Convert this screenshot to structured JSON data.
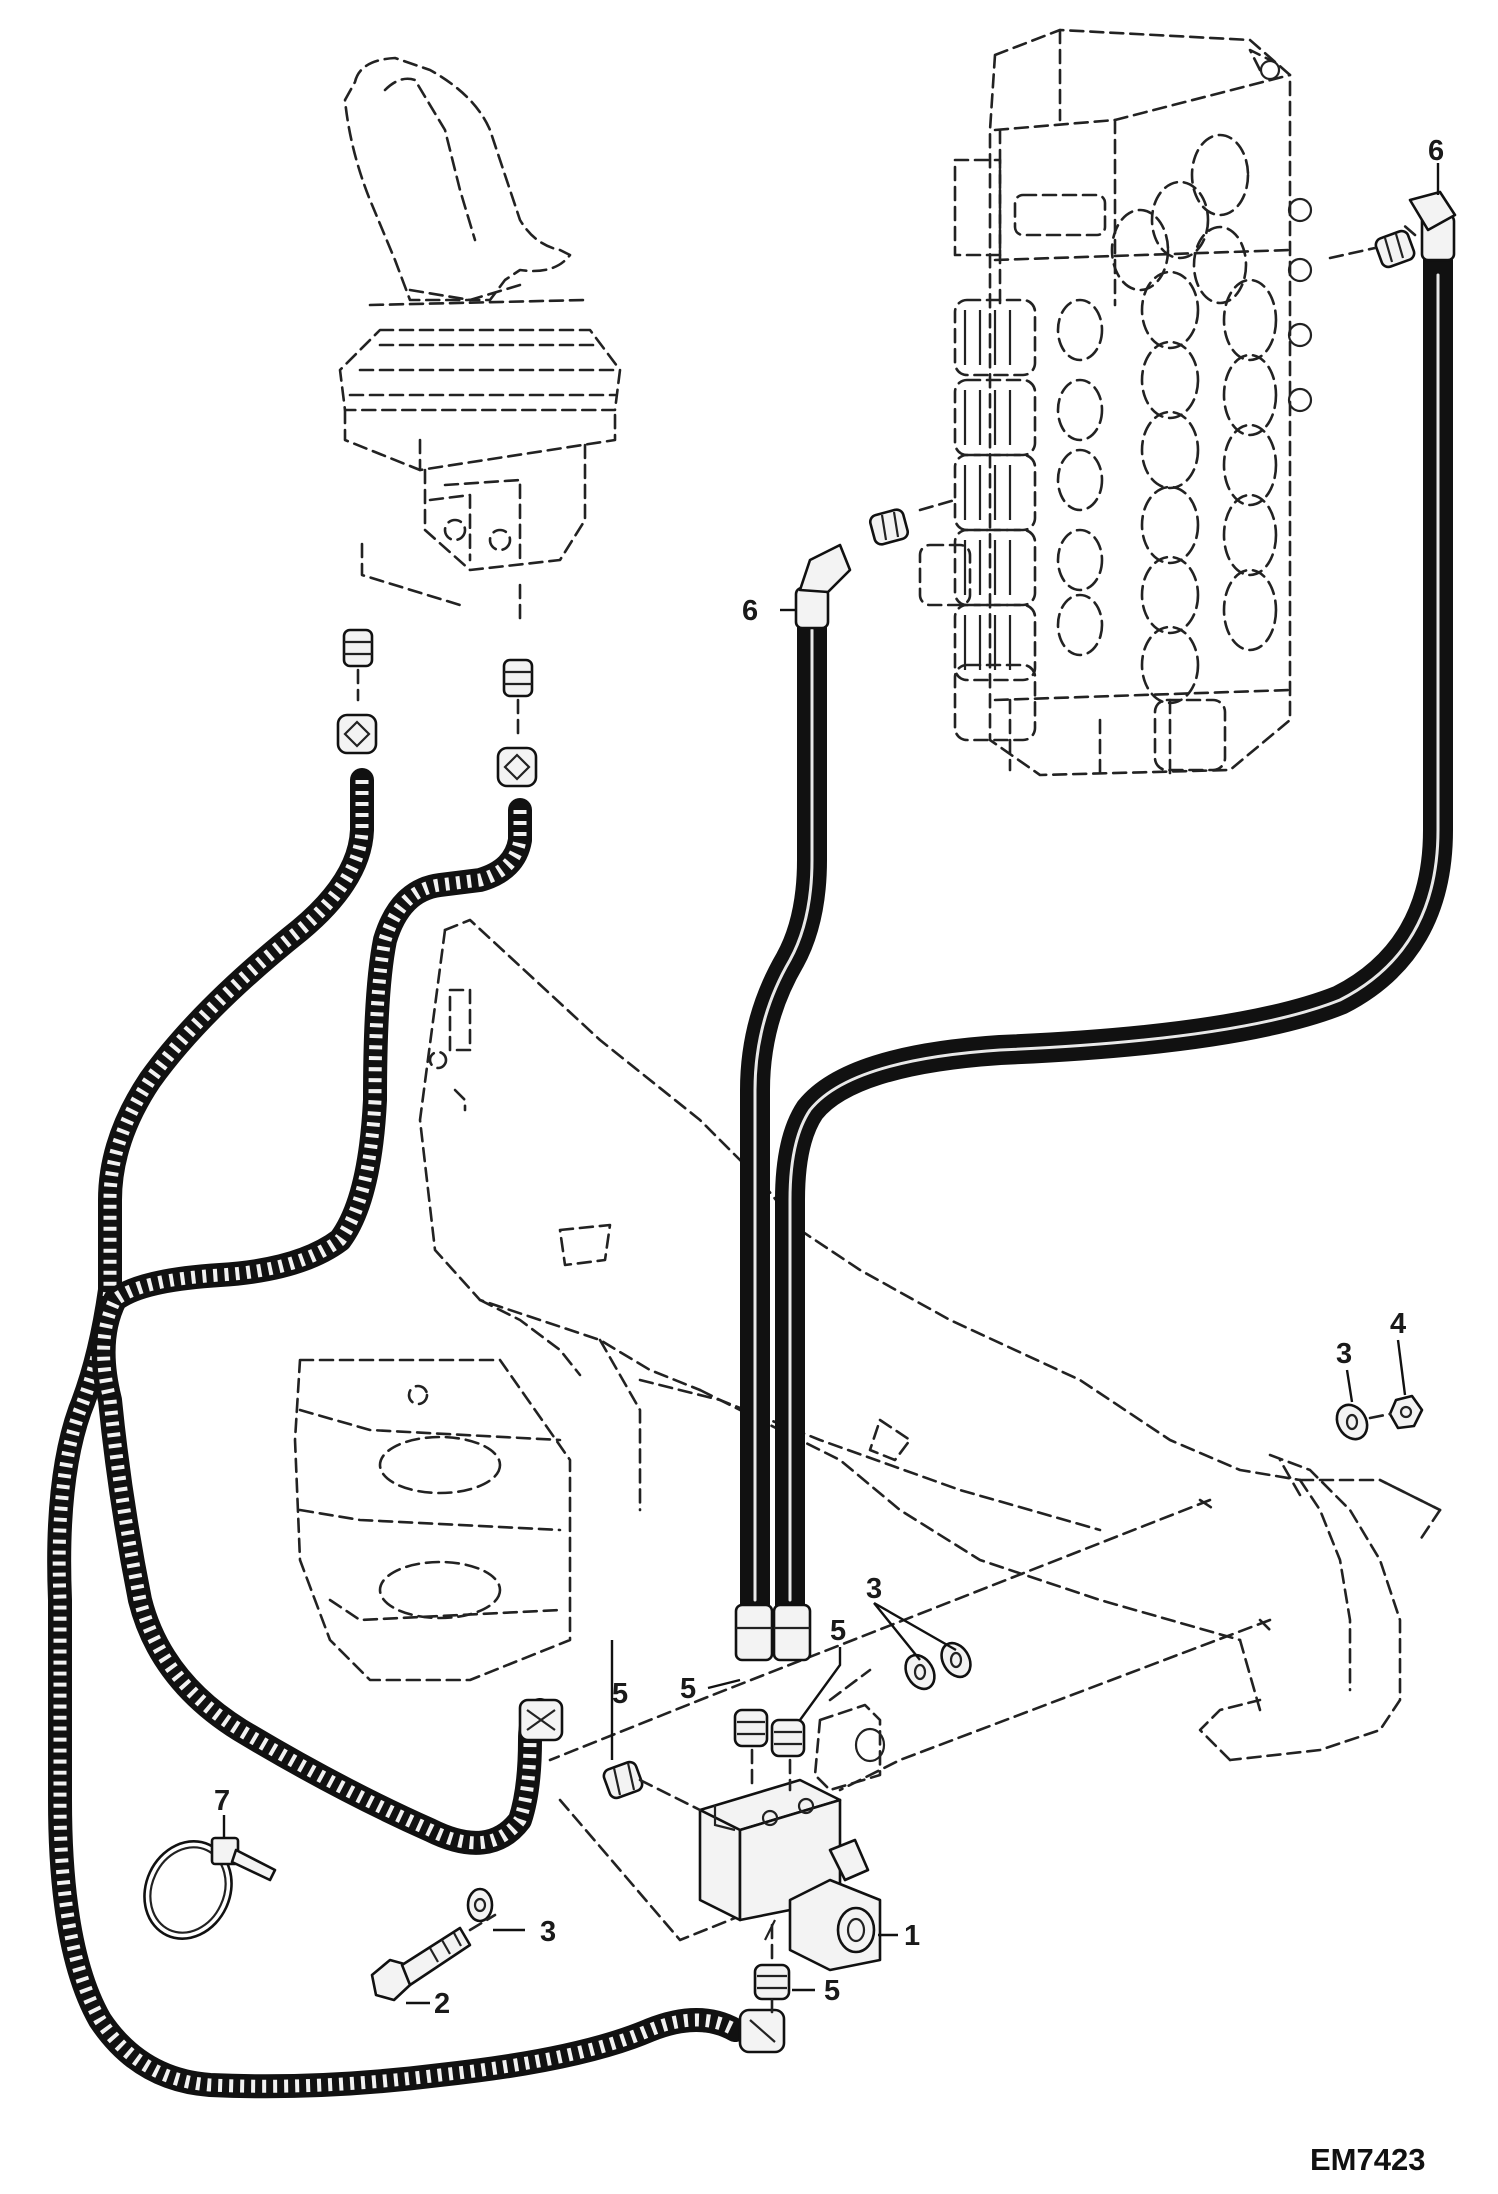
{
  "figure": {
    "drawing_code": "EM7423"
  },
  "callouts": [
    {
      "id": "c1",
      "text": "1"
    },
    {
      "id": "c2",
      "text": "2"
    },
    {
      "id": "c3a",
      "text": "3"
    },
    {
      "id": "c3b",
      "text": "3"
    },
    {
      "id": "c3c",
      "text": "3"
    },
    {
      "id": "c4",
      "text": "4"
    },
    {
      "id": "c5a",
      "text": "5"
    },
    {
      "id": "c5b",
      "text": "5"
    },
    {
      "id": "c5c",
      "text": "5"
    },
    {
      "id": "c5d",
      "text": "5"
    },
    {
      "id": "c6a",
      "text": "6"
    },
    {
      "id": "c6b",
      "text": "6"
    },
    {
      "id": "c7",
      "text": "7"
    }
  ],
  "colors": {
    "ink": "#111111",
    "paper": "#ffffff",
    "fill": "#f3f3f3"
  }
}
